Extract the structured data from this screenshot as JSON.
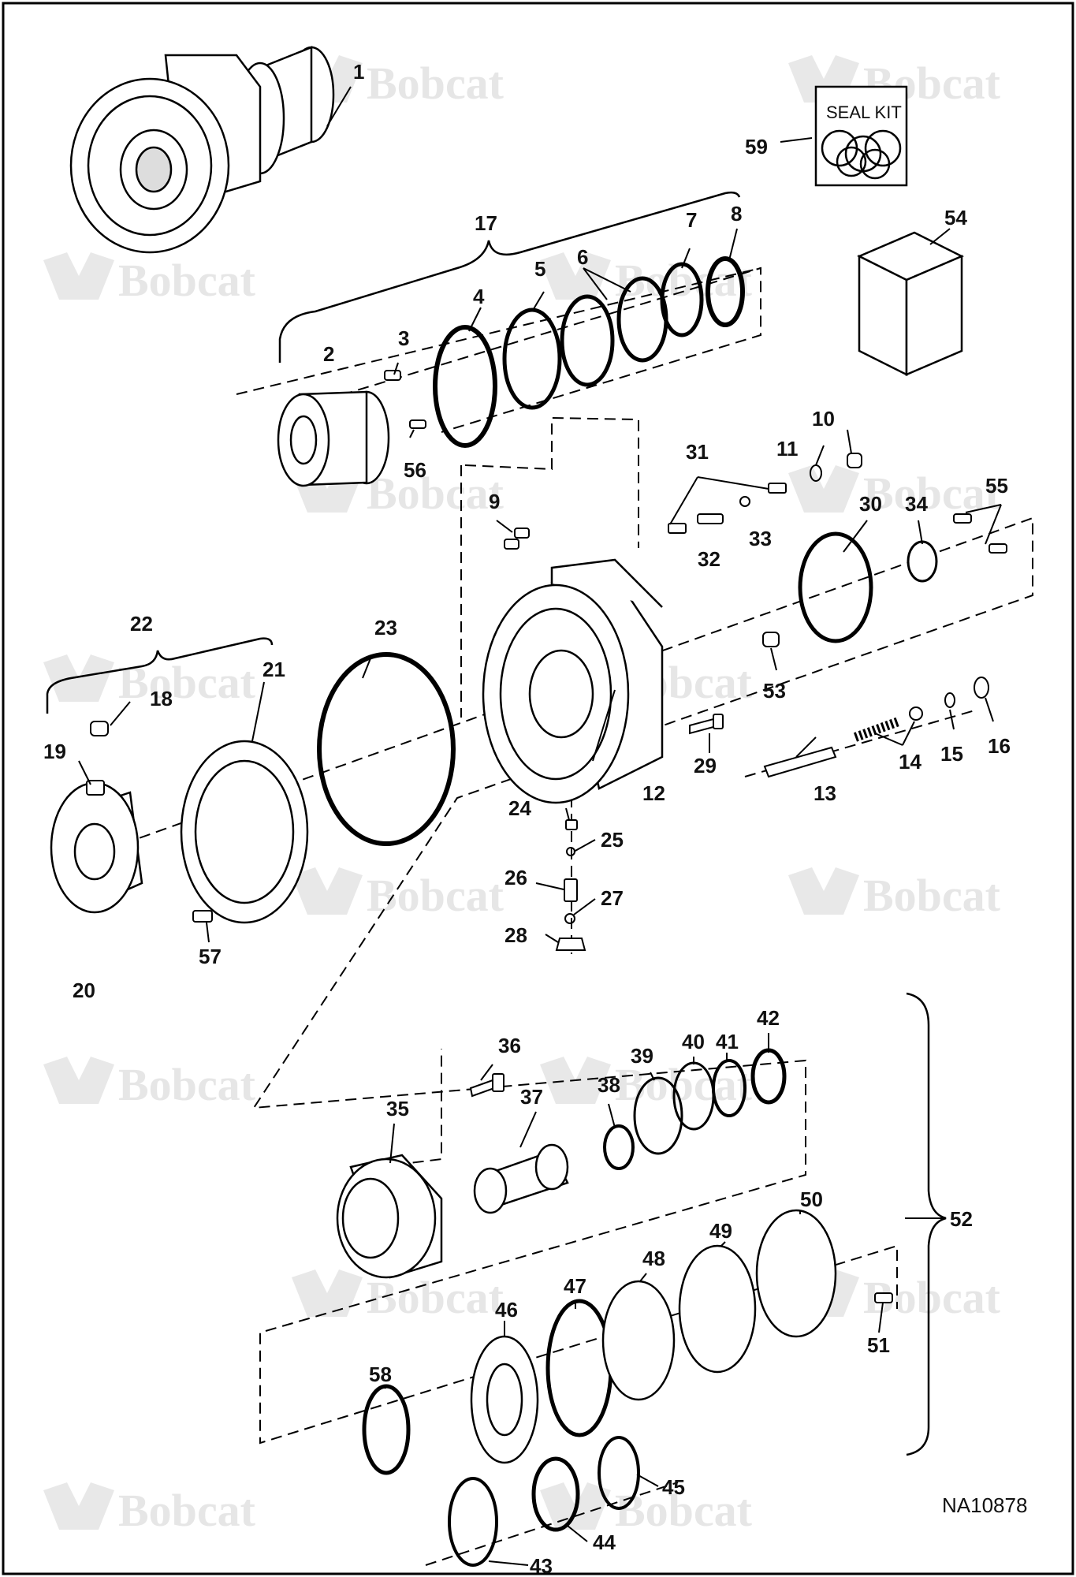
{
  "watermark": {
    "text": "Bobcat"
  },
  "seal_kit": {
    "label": "SEAL KIT"
  },
  "document_id": "NA10878",
  "callouts": [
    "1",
    "2",
    "3",
    "4",
    "5",
    "6",
    "7",
    "8",
    "9",
    "10",
    "11",
    "12",
    "13",
    "14",
    "15",
    "16",
    "17",
    "18",
    "19",
    "20",
    "21",
    "22",
    "23",
    "24",
    "25",
    "26",
    "27",
    "28",
    "29",
    "30",
    "31",
    "32",
    "33",
    "34",
    "35",
    "36",
    "37",
    "38",
    "39",
    "40",
    "41",
    "42",
    "43",
    "44",
    "45",
    "46",
    "47",
    "48",
    "49",
    "50",
    "51",
    "52",
    "53",
    "54",
    "55",
    "56",
    "57",
    "58",
    "59"
  ]
}
